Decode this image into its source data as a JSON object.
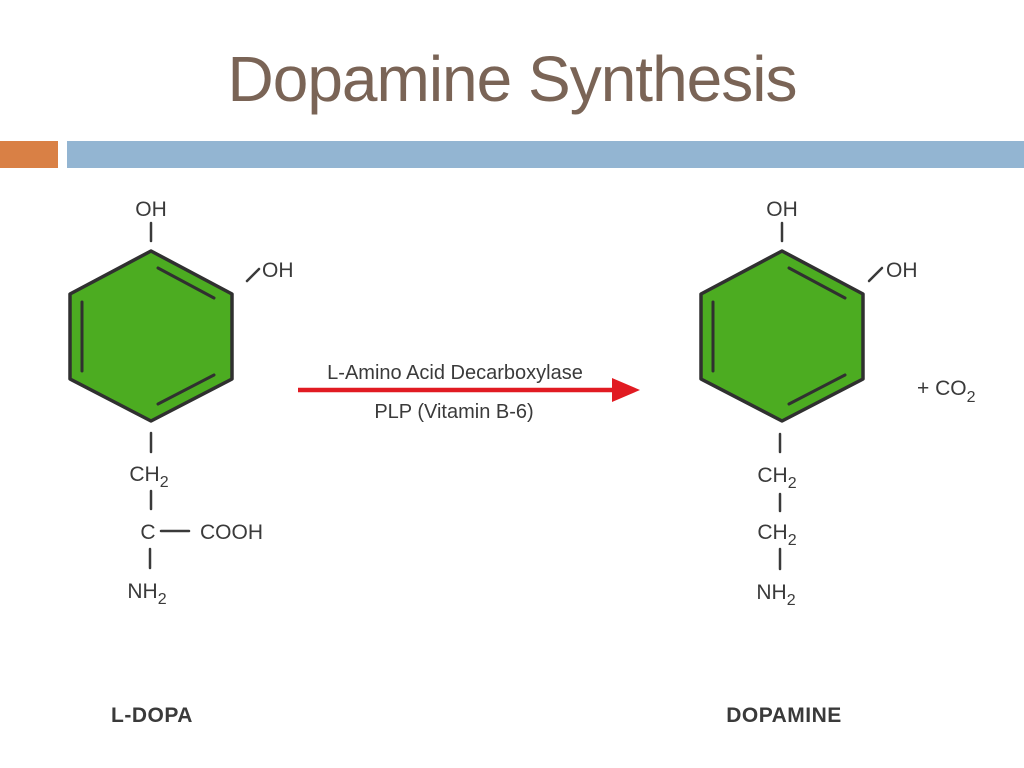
{
  "slide": {
    "title": "Dopamine Synthesis",
    "title_color": "#7A6456",
    "accent_orange": "#D98045",
    "accent_blue": "#93B5D2"
  },
  "diagram": {
    "label_color": "#176BB4",
    "left_molecule": {
      "name": "L-DOPA",
      "ring_color": "#4CAC21",
      "oh_top": "OH",
      "oh_side": "OH",
      "chain": {
        "ch2": {
          "main": "CH",
          "sub": "2"
        },
        "alpha_carbon": "C",
        "cooh": "COOH",
        "nh2": {
          "main": "NH",
          "sub": "2"
        }
      }
    },
    "arrow": {
      "enzyme": "L-Amino Acid Decarboxylase",
      "cofactor": "PLP (Vitamin B-6)",
      "color": "#E11B22"
    },
    "right_molecule": {
      "name": "DOPAMINE",
      "ring_color": "#4CAC21",
      "oh_top": "OH",
      "oh_side": "OH",
      "byproduct": {
        "main": "+ CO",
        "sub": "2"
      },
      "chain": {
        "ch2_a": {
          "main": "CH",
          "sub": "2"
        },
        "ch2_b": {
          "main": "CH",
          "sub": "2"
        },
        "nh2": {
          "main": "NH",
          "sub": "2"
        }
      }
    }
  }
}
